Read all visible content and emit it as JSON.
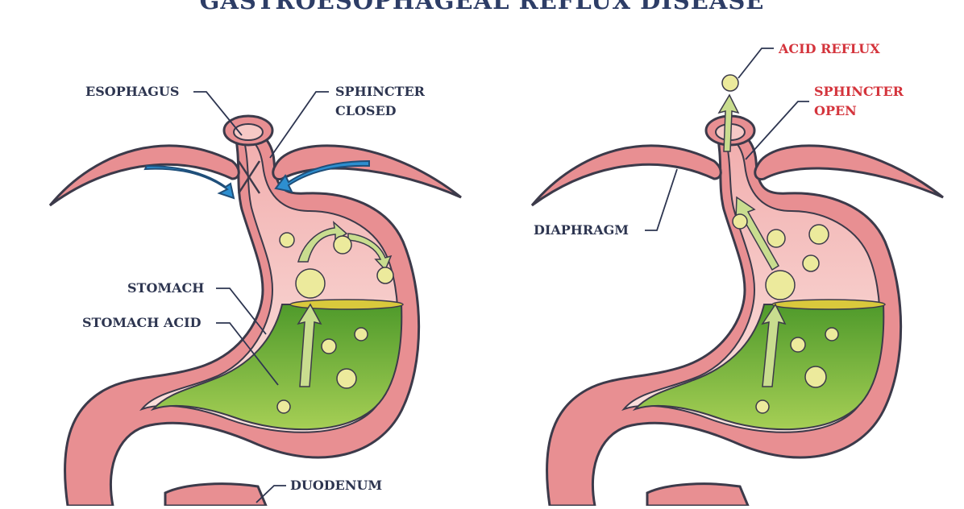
{
  "title": "GASTROESOPHAGEAL REFLUX DISEASE",
  "labels": {
    "esophagus": "ESOPHAGUS",
    "sphincter_closed_1": "SPHINCTER",
    "sphincter_closed_2": "CLOSED",
    "stomach": "STOMACH",
    "stomach_acid": "STOMACH ACID",
    "duodenum": "DUODENUM",
    "acid_reflux": "ACID REFLUX",
    "sphincter_open_1": "SPHINCTER",
    "sphincter_open_2": "OPEN",
    "diaphragm": "DIAPHRAGM"
  },
  "colors": {
    "title": "#2d3d66",
    "label": "#2d3550",
    "label_highlight": "#d4343c",
    "tissue": "#e88f92",
    "tissue_light": "#f6c9c6",
    "acid": "#66a534",
    "acid_surface": "#d9c93c",
    "bubble": "#ecea9c",
    "arrow_blue": "#2d8fd0",
    "arrow_green": "#c9dd8f"
  }
}
